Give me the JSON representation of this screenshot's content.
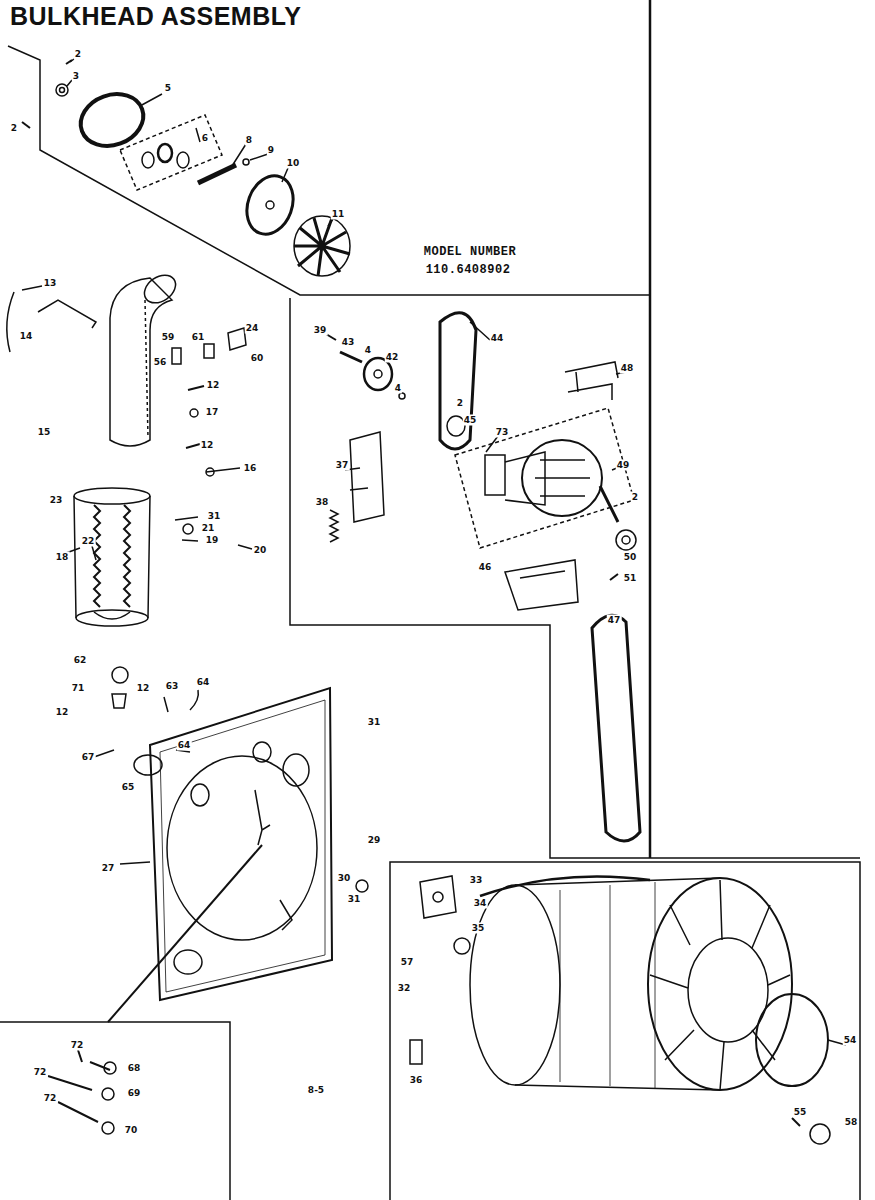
{
  "diagram": {
    "title": "BULKHEAD ASSEMBLY",
    "labels": [
      "2",
      "3",
      "2",
      "5",
      "6",
      "8",
      "9",
      "10",
      "11",
      "MODEL NUMBER",
      "110.6408902",
      "13",
      "14",
      "15",
      "59",
      "61",
      "24",
      "60",
      "56",
      "12",
      "17",
      "12",
      "16",
      "23",
      "31",
      "21",
      "19",
      "20",
      "22",
      "18",
      "39",
      "43",
      "4",
      "42",
      "4",
      "44",
      "2",
      "45",
      "48",
      "73",
      "49",
      "37",
      "38",
      "2",
      "50",
      "46",
      "51",
      "47",
      "62",
      "71",
      "12",
      "63",
      "64",
      "12",
      "67",
      "64",
      "65",
      "31",
      "27",
      "29",
      "30",
      "31",
      "33",
      "34",
      "35",
      "57",
      "32",
      "36",
      "54",
      "55",
      "58",
      "72",
      "72",
      "68",
      "69",
      "72",
      "70",
      "8-5"
    ]
  }
}
